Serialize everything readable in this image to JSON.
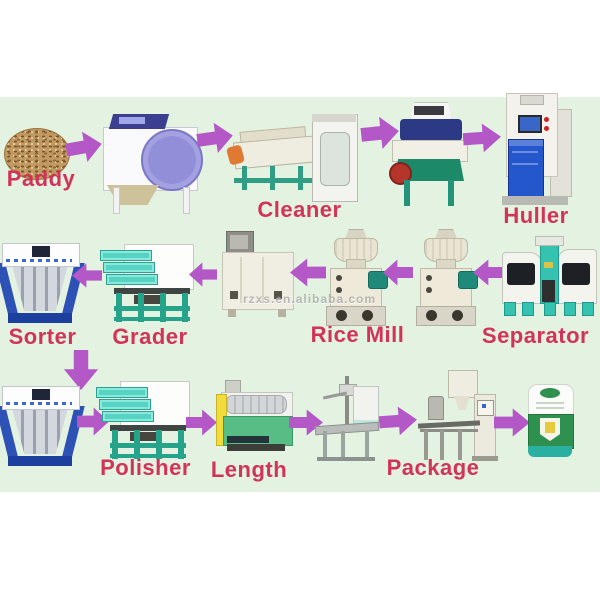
{
  "watermark": "rzxs.en.alibaba.com",
  "colors": {
    "page_background": "#ffffff",
    "panel_background": "#e4f2e1",
    "arrow": "#b458c8",
    "label": "#d23358"
  },
  "labels": {
    "paddy": "Paddy",
    "cleaner": "Cleaner",
    "huller": "Huller",
    "sorter": "Sorter",
    "grader": "Grader",
    "rice_mill": "Rice Mill",
    "separator": "Separator",
    "polisher": "Polisher",
    "length": "Length",
    "package": "Package"
  }
}
